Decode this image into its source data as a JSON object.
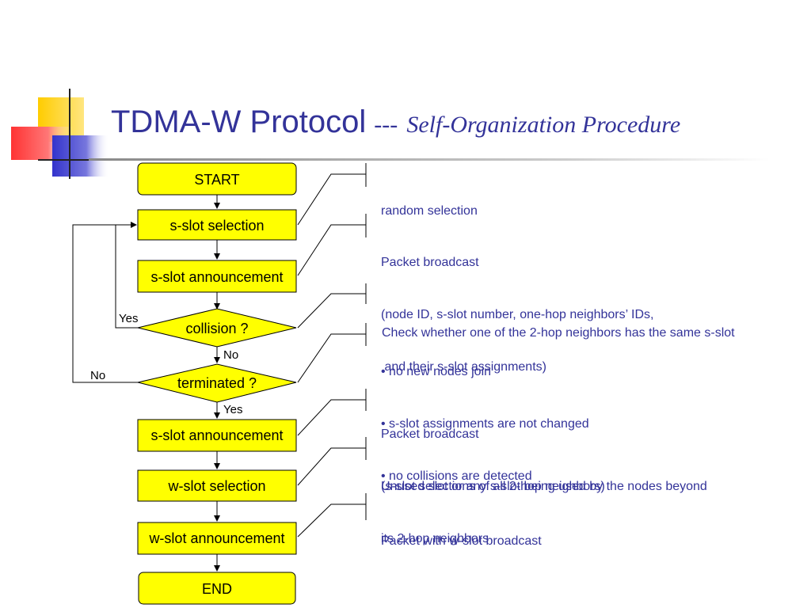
{
  "title": {
    "main": "TDMA-W Protocol",
    "dashes": "---",
    "sub": "Self-Organization Procedure"
  },
  "flowchart": {
    "start": "START",
    "s_slot_selection": "s-slot selection",
    "s_slot_announcement_1": "s-slot announcement",
    "collision": "collision ?",
    "terminated": "terminated ?",
    "s_slot_announcement_2": "s-slot announcement",
    "w_slot_selection": "w-slot selection",
    "w_slot_announcement": "w-slot announcement",
    "end": "END",
    "labels": {
      "collision_yes": "Yes",
      "collision_no": "No",
      "terminated_no": "No",
      "terminated_yes": "Yes"
    }
  },
  "notes": {
    "random_selection": "random selection",
    "packet_broadcast_1": {
      "line1": "Packet broadcast",
      "line2": "(node ID, s-slot number, one-hop neighbors’ IDs,",
      "line3": " and their s-slot assignments)"
    },
    "check": "Check whether one of the 2-hop neighbors has the same s-slot",
    "termination": {
      "line1": "• no new nodes join",
      "line2": "• s-slot assignments are not changed",
      "line3": "• no collisions are detected"
    },
    "packet_broadcast_2": {
      "line1": "Packet broadcast",
      "line2": "(s-slot selections of all 2-hop neighbors)"
    },
    "unused_slot": {
      "line1": "Unused slot or any s-slot being used by the nodes beyond",
      "line2": "its 2-hop neighbors"
    },
    "w_slot_broadcast": "Packet with w-slot broadcast"
  },
  "colors": {
    "title": "#333399",
    "box_fill": "#ffff00",
    "box_stroke": "#000000",
    "deco_yellow": "#ffcc00",
    "deco_red": "#ff3333",
    "deco_blue": "#3333cc"
  }
}
